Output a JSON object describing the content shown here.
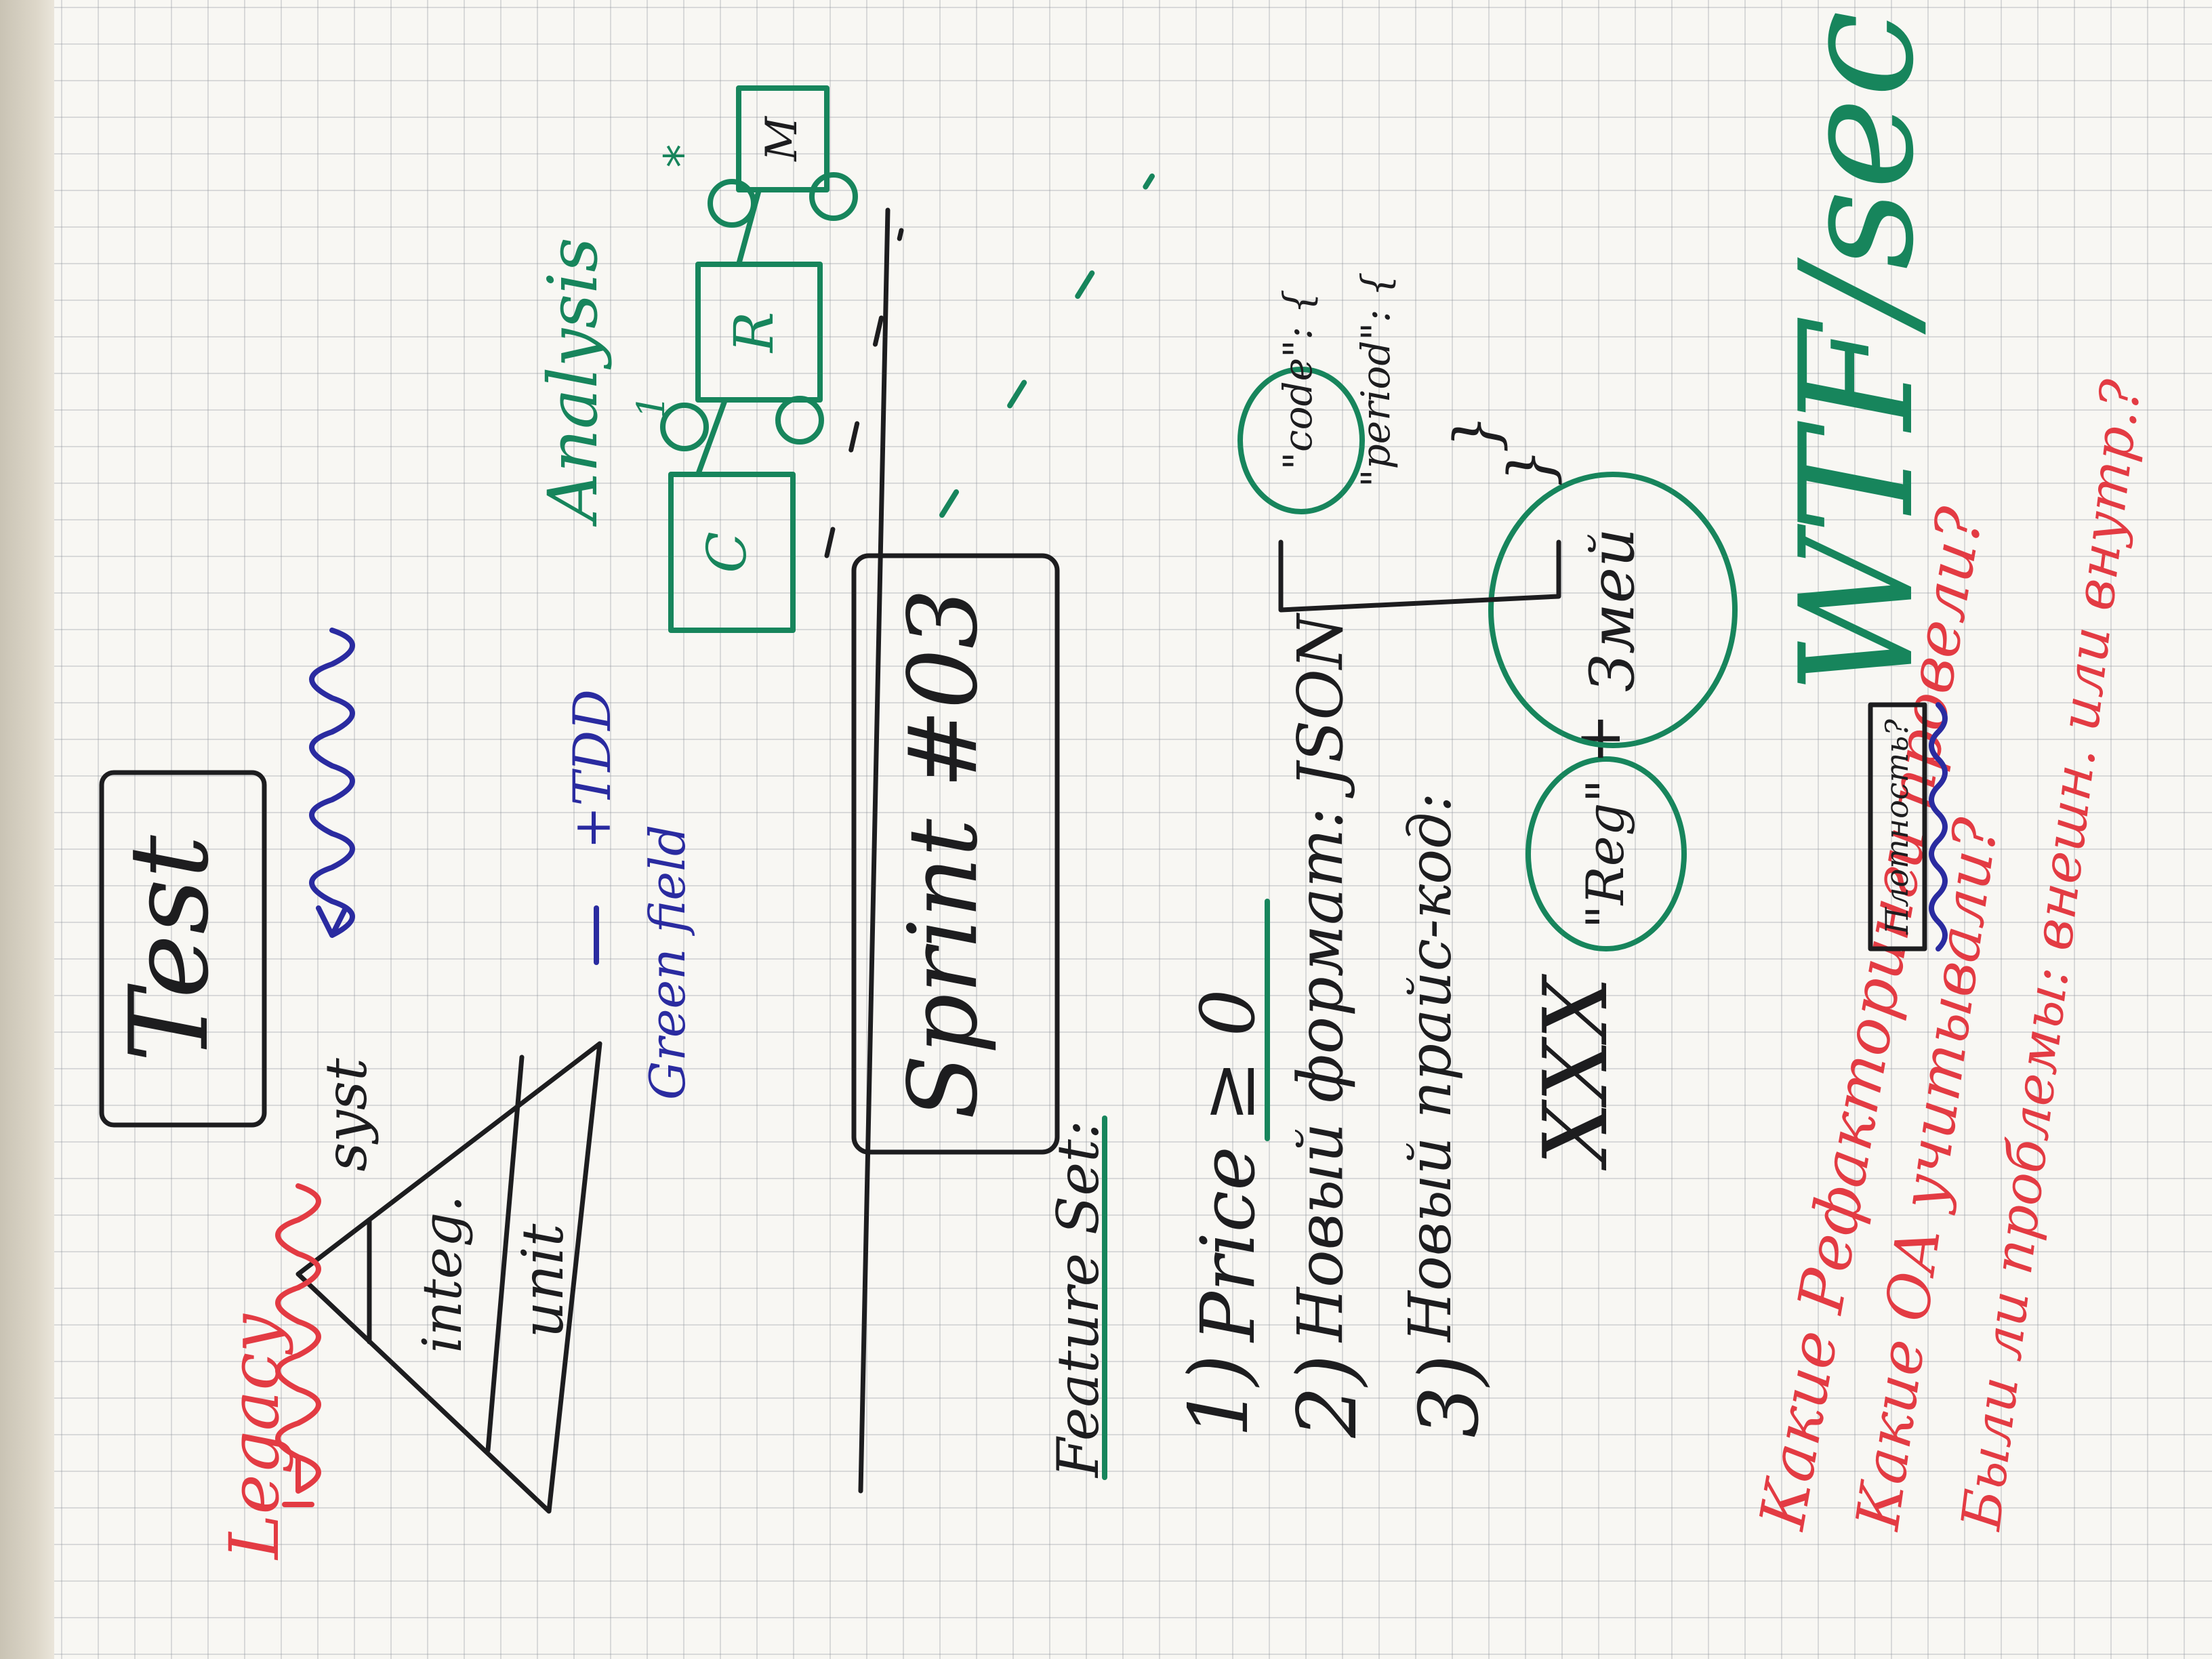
{
  "title": "Test",
  "pyramid": {
    "top": "syst",
    "middle": "integ.",
    "bottom": "unit",
    "left_label": "Legacy",
    "right_label": "Green field",
    "right_extra": "+TDD"
  },
  "sprint": "Sprint #03",
  "feature_set": {
    "heading": "Feature Set:",
    "items": [
      {
        "num": "1)",
        "text": "Price ≥ 0"
      },
      {
        "num": "2)",
        "text": "Новый формат: JSON"
      },
      {
        "num": "3)",
        "text": "Новый прайс-код:"
      }
    ],
    "xxx": "XXX",
    "reg": "\"Reg\"",
    "plus": "+",
    "zmei": "Змей"
  },
  "json_note": {
    "line1": "\"code\": {",
    "line2": "\"period\": {",
    "close1": "}",
    "close2": "}"
  },
  "analysis": {
    "label": "Analysis",
    "boxes": [
      "C",
      "R",
      "M"
    ],
    "one": "1",
    "star": "*"
  },
  "questions": [
    "Какие Рефакторинги провели?",
    "Какие ОА учитывали?",
    "Были ли проблемы: внешн. или внутр.?"
  ],
  "plotnost": "Плотность?",
  "wtf": "WTF/sec",
  "colors": {
    "black": "#1d1d1f",
    "green": "#17855c",
    "blue": "#2a2ba0",
    "red": "#e33b43"
  }
}
